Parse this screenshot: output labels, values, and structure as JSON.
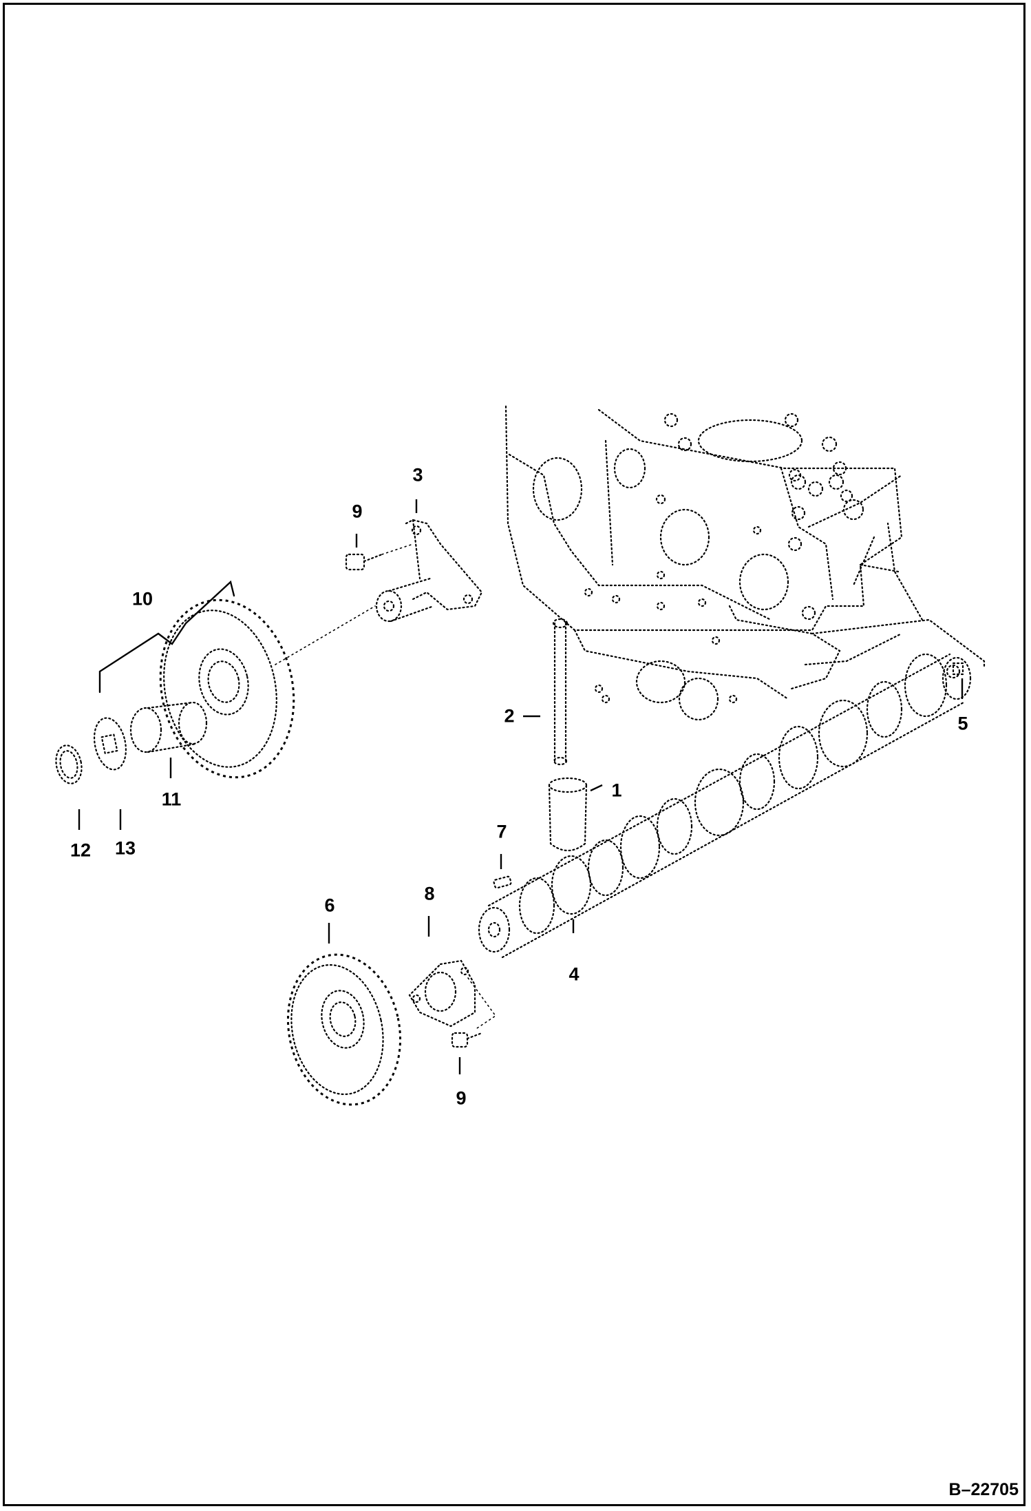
{
  "diagram": {
    "figure_id": "B–22705",
    "callouts": [
      {
        "id": "c1",
        "label": "1"
      },
      {
        "id": "c2",
        "label": "2"
      },
      {
        "id": "c3",
        "label": "3"
      },
      {
        "id": "c4",
        "label": "4"
      },
      {
        "id": "c5",
        "label": "5"
      },
      {
        "id": "c6",
        "label": "6"
      },
      {
        "id": "c7",
        "label": "7"
      },
      {
        "id": "c8",
        "label": "8"
      },
      {
        "id": "c9a",
        "label": "9"
      },
      {
        "id": "c9b",
        "label": "9"
      },
      {
        "id": "c10",
        "label": "10"
      },
      {
        "id": "c11",
        "label": "11"
      },
      {
        "id": "c12",
        "label": "12"
      },
      {
        "id": "c13",
        "label": "13"
      }
    ]
  }
}
